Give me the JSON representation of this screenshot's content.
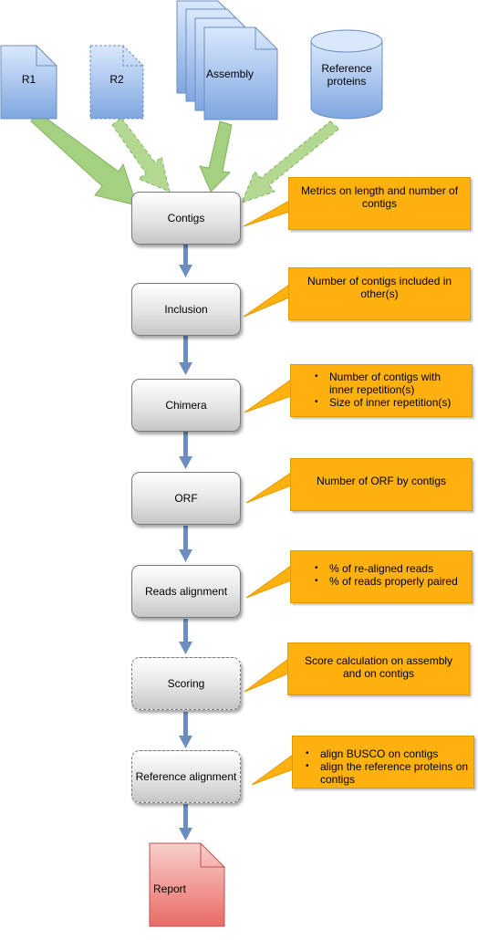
{
  "inputs": {
    "r1": "R1",
    "r2": "R2",
    "assembly": "Assembly",
    "reference_proteins": "Reference\nproteins"
  },
  "steps": [
    {
      "id": "contigs",
      "label": "Contigs",
      "style": "solid"
    },
    {
      "id": "inclusion",
      "label": "Inclusion",
      "style": "solid"
    },
    {
      "id": "chimera",
      "label": "Chimera",
      "style": "solid"
    },
    {
      "id": "orf",
      "label": "ORF",
      "style": "solid"
    },
    {
      "id": "reads-alignment",
      "label": "Reads alignment",
      "style": "solid"
    },
    {
      "id": "scoring",
      "label": "Scoring",
      "style": "dashed"
    },
    {
      "id": "reference-alignment",
      "label": "Reference alignment",
      "style": "dashed"
    }
  ],
  "notes": {
    "contigs": "Metrics on length and number of contigs",
    "inclusion": "Number of contigs included in other(s)",
    "chimera": [
      "Number of contigs with inner repetition(s)",
      "Size of inner repetition(s)"
    ],
    "orf": "Number of ORF by contigs",
    "reads_alignment": [
      "% of re-aligned reads",
      "% of reads properly paired"
    ],
    "scoring": "Score calculation on assembly and on contigs",
    "reference_alignment": [
      "align BUSCO on contigs",
      "align the reference proteins on contigs"
    ]
  },
  "output": {
    "report": "Report"
  },
  "colors": {
    "input_blue": "#a9c4eb",
    "input_border": "#6c8ebf",
    "arrow_green": "#a4d17f",
    "arrow_green_border": "#82b366",
    "flow_arrow": "#6c8ebf",
    "note_orange": "#ffb20f",
    "report_red": "#f08080"
  }
}
